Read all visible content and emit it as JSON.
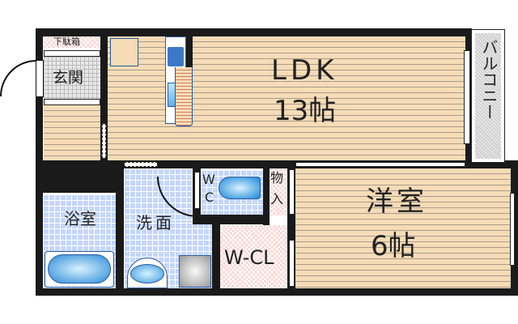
{
  "rooms": {
    "getabako": "下駄箱",
    "genkan": "玄関",
    "ldk_name": "LDK",
    "ldk_size": "13帖",
    "balcony": "バルコニー",
    "bath": "浴室",
    "washroom": "洗面",
    "wc_line1": "W",
    "wc_line2": "C",
    "storage_line1": "物",
    "storage_line2": "入",
    "wcl": "W-CL",
    "western_name": "洋室",
    "western_size": "6帖"
  },
  "colors": {
    "flooring": "#f6dcb6",
    "tile": "#c4d6fb",
    "closet": "#f9d6d6",
    "wall": "#1a1a1a"
  }
}
